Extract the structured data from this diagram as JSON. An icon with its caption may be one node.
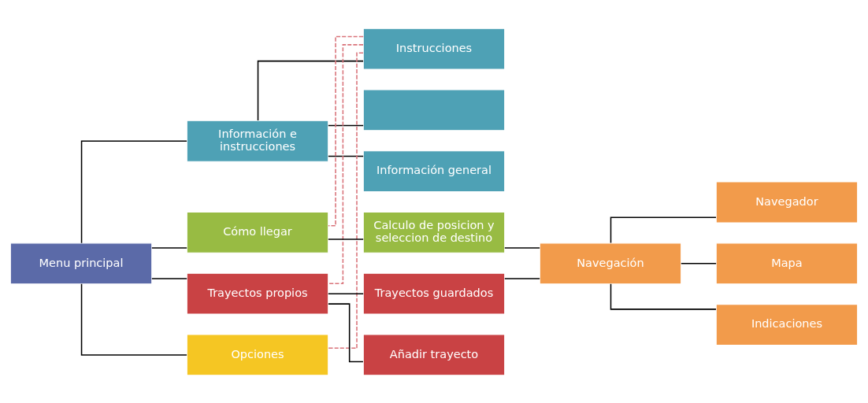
{
  "diagram": {
    "nodes": [
      {
        "text": [
          "Menu principal"
        ]
      },
      {
        "text": [
          "Información e instrucciones"
        ]
      },
      {
        "text": [
          "Instrucciones"
        ]
      },
      {
        "text": [],
        "shape": "box"
      },
      {
        "text": [
          "Información general"
        ]
      },
      {
        "text": [
          "Cómo llegar"
        ]
      },
      {
        "text": [
          "Calculo de posicion y seleccion de destino"
        ]
      },
      {
        "text": [
          "Trayectos propios"
        ]
      },
      {
        "text": [
          "Trayectos guardados"
        ]
      },
      {
        "text": [
          "Añadir trayecto"
        ]
      },
      {
        "text": [
          "Opciones"
        ]
      },
      {
        "text": [
          "Navegación"
        ]
      },
      {
        "text": [
          "Navegador"
        ]
      },
      {
        "text": [
          "Mapa"
        ]
      },
      {
        "text": [
          "Indicaciones"
        ]
      }
    ],
    "edges": [
      {
        "from": 0,
        "to": 1,
        "arrow": "none"
      },
      {
        "from": 0,
        "to": 5,
        "arrow": "none"
      },
      {
        "from": 0,
        "to": 7,
        "arrow": "none"
      },
      {
        "from": 0,
        "to": 10,
        "arrow": "none"
      },
      {
        "from": 1,
        "to": 2,
        "arrow": "none"
      },
      {
        "from": 1,
        "to": 3,
        "arrow": "none"
      },
      {
        "from": 1,
        "to": 4,
        "arrow": "none"
      },
      {
        "from": 5,
        "to": 6,
        "arrow": "none"
      },
      {
        "from": 7,
        "to": 8,
        "arrow": "none"
      },
      {
        "from": 7,
        "to": 9,
        "arrow": "none"
      },
      {
        "from": 6,
        "to": 11,
        "arrow": "none"
      },
      {
        "from": 8,
        "to": 11,
        "arrow": "none"
      },
      {
        "from": 11,
        "to": 12,
        "arrow": "none"
      },
      {
        "from": 11,
        "to": 13,
        "arrow": "none"
      },
      {
        "from": 11,
        "to": 14,
        "arrow": "none"
      },
      {
        "from": 2,
        "to": 5,
        "arrow": "none",
        "style": "dashed",
        "color": "#d9737a"
      },
      {
        "from": 2,
        "to": 7,
        "arrow": "none",
        "style": "dashed",
        "color": "#d9737a"
      },
      {
        "from": 2,
        "to": 10,
        "arrow": "none",
        "style": "dashed",
        "color": "#d9737a"
      }
    ]
  }
}
